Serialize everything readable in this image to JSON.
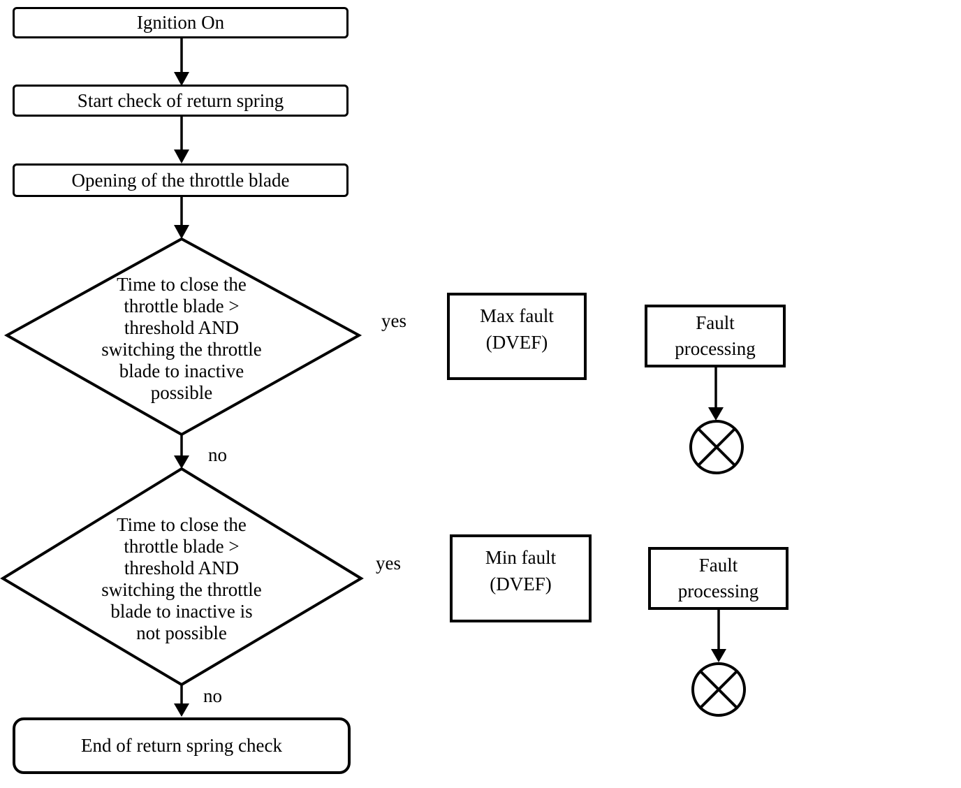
{
  "colors": {
    "stroke": "#000000",
    "fill": "#ffffff",
    "text": "#000000"
  },
  "flowchart": {
    "nodes": {
      "ignition_on": "Ignition On",
      "start_check": "Start check of return spring",
      "opening_blade": "Opening of the throttle blade",
      "decision_max": "Time to close the\nthrottle blade >\nthreshold AND\nswitching the throttle\nblade to inactive\npossible",
      "max_fault": "Max fault\n(DVEF)",
      "fault_processing_1": "Fault\nprocessing",
      "decision_min": "Time to close the\nthrottle blade >\nthreshold AND\nswitching the throttle\nblade to inactive is\nnot possible",
      "min_fault": "Min fault\n(DVEF)",
      "fault_processing_2": "Fault\nprocessing",
      "end_check": "End of return spring check"
    },
    "edge_labels": {
      "decision_max_yes": "yes",
      "decision_max_no": "no",
      "decision_min_yes": "yes",
      "decision_min_no": "no"
    }
  }
}
